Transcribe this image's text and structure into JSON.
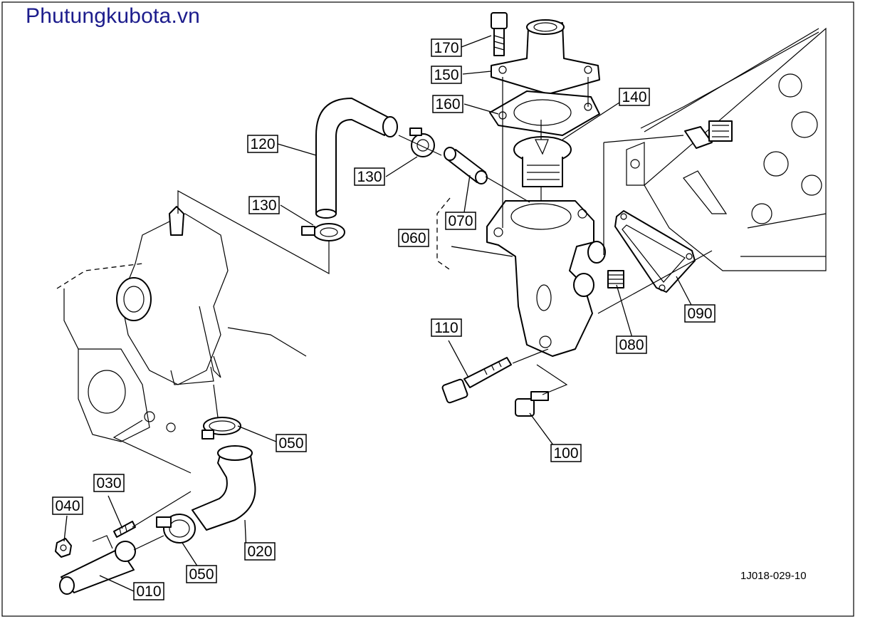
{
  "watermark": "Phutungkubota.vn",
  "drawing_code": "1J018-029-10",
  "labels": {
    "p170": "170",
    "p150": "150",
    "p160": "160",
    "p140": "140",
    "p120": "120",
    "p130a": "130",
    "p130b": "130",
    "p070": "070",
    "p060": "060",
    "p110": "110",
    "p080": "080",
    "p090": "090",
    "p100": "100",
    "p050a": "050",
    "p050b": "050",
    "p030": "030",
    "p040": "040",
    "p020": "020",
    "p010": "010"
  }
}
